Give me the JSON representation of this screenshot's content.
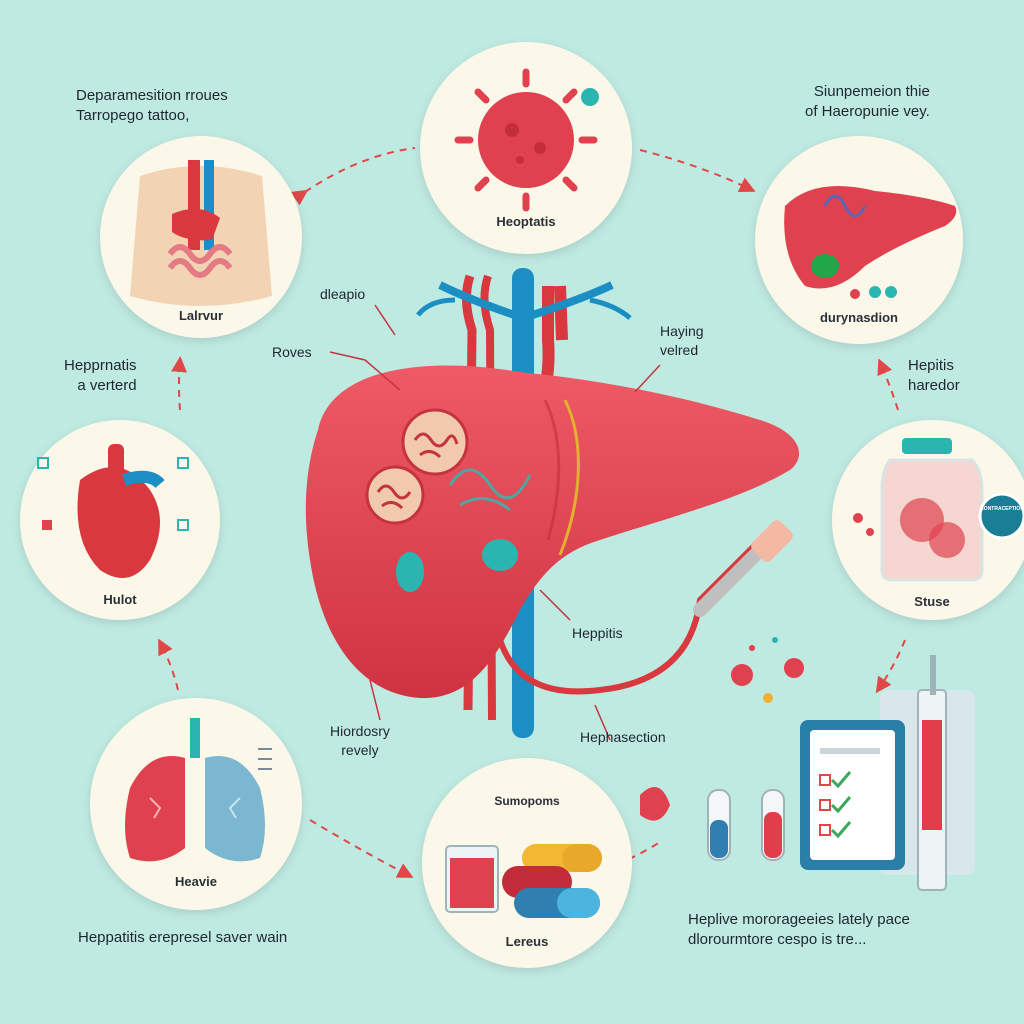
{
  "captions": {
    "top_left": [
      "Deparamesition rroues",
      "Tarropego tattoo,"
    ],
    "top_right": [
      "Siunpemeion thie",
      "of Haeropunie vey."
    ],
    "left_mid": [
      "Hepprnatis",
      "a verterd"
    ],
    "right_mid": [
      "Hepitis",
      "haredor"
    ],
    "bottom_left": "Heppatitis erepresel saver wain",
    "bottom_right": [
      "Heplive mororageeies lately pace",
      "dlorourmtore cespo is tre..."
    ]
  },
  "nodes": {
    "virus": "Heoptatis",
    "torso": "Lalrvur",
    "liver_small": "durynasdion",
    "heart": "Hulot",
    "jar": "Stuse",
    "lungs": "Heavie",
    "pills_title": "Sumopoms",
    "pills": "Lereus"
  },
  "annotations": {
    "dleapio": "dleapio",
    "roves": "Roves",
    "haying": [
      "Haying",
      "velred"
    ],
    "heppitis": "Heppitis",
    "hiordosy": [
      "Hiordosry",
      "revely"
    ],
    "hephasction": "Hephasection"
  },
  "badge": "CONTRACEPTION",
  "colors": {
    "background": "#bfeae2",
    "liver": "#e0414f",
    "vessel_blue": "#1b8fc4",
    "vessel_red": "#d9383f",
    "gallbladder": "#21a64a",
    "arrow": "#e04848",
    "circle": "#fbf8ea"
  }
}
